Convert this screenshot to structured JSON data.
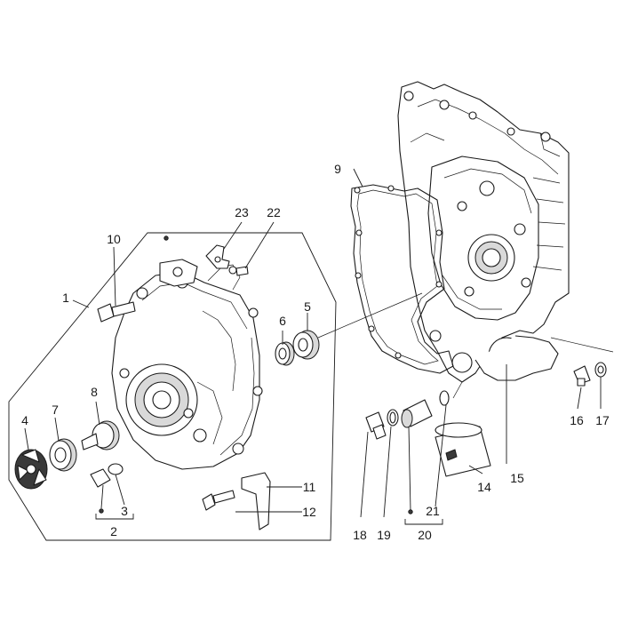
{
  "callouts": {
    "c1": "1",
    "c2": "2",
    "c3": "3",
    "c4": "4",
    "c5": "5",
    "c6": "6",
    "c7": "7",
    "c8": "8",
    "c9": "9",
    "c10": "10",
    "c11": "11",
    "c12": "12",
    "c14": "14",
    "c15": "15",
    "c16": "16",
    "c17": "17",
    "c18": "18",
    "c19": "19",
    "c20": "20",
    "c21": "21",
    "c22": "22",
    "c23": "23"
  },
  "colors": {
    "line": "#1a1a1a",
    "background": "#ffffff",
    "shade": "#d9d9d9"
  }
}
